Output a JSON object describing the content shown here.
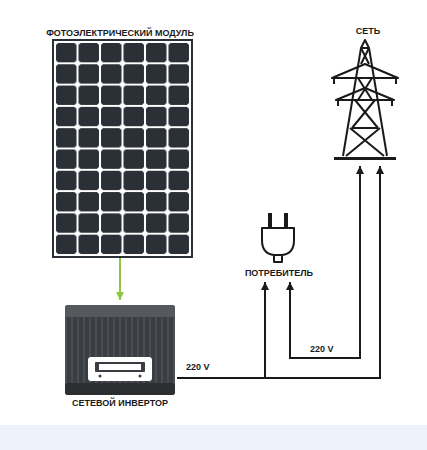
{
  "diagram": {
    "nodes": [
      {
        "text": [
          "ФОТОЭЛЕКТРИЧЕСКИЙ МОДУЛЬ"
        ]
      },
      {
        "text": [
          "СЕТЕВОЙ ИНВЕРТОР"
        ]
      },
      {
        "text": [
          "ПОТРЕБИТЕЛЬ"
        ]
      },
      {
        "text": [
          "СЕТЬ"
        ]
      }
    ],
    "edges": [
      {
        "from": 0,
        "to": 1,
        "arrow": "to"
      },
      {
        "from": 1,
        "to": 2,
        "arrow": "to",
        "label": "220 V"
      },
      {
        "from": 1,
        "to": 3,
        "arrow": "to"
      },
      {
        "from": 2,
        "to": 3,
        "arrow": "both",
        "label": "220 V"
      }
    ]
  }
}
